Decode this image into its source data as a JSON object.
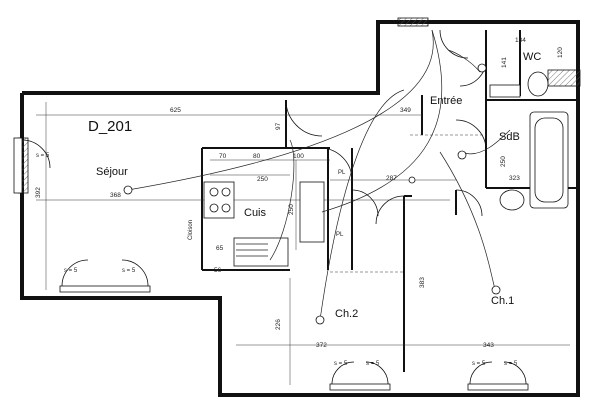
{
  "plan": {
    "title": "D_201",
    "rooms": {
      "sejour": "Séjour",
      "entree": "Entrée",
      "wc": "WC",
      "sdb": "SdB",
      "cuis": "Cuis",
      "ch1": "Ch.1",
      "ch2": "Ch.2",
      "placard1": "PL",
      "placard2": "PL",
      "cloison": "Cloison"
    },
    "dimensions": {
      "d625": "625",
      "d349": "349",
      "d368": "368",
      "d392": "392",
      "d287": "287",
      "d97": "97",
      "d250a": "250",
      "d250b": "250",
      "d250c": "250",
      "d70": "70",
      "d80": "80",
      "d100": "100",
      "d65": "65",
      "d56": "56",
      "d226": "226",
      "d372": "372",
      "d343": "343",
      "d323": "323",
      "d134": "134",
      "d141": "141",
      "d120": "120",
      "d383": "383"
    },
    "window_labels": {
      "s5": "s = 5"
    }
  }
}
